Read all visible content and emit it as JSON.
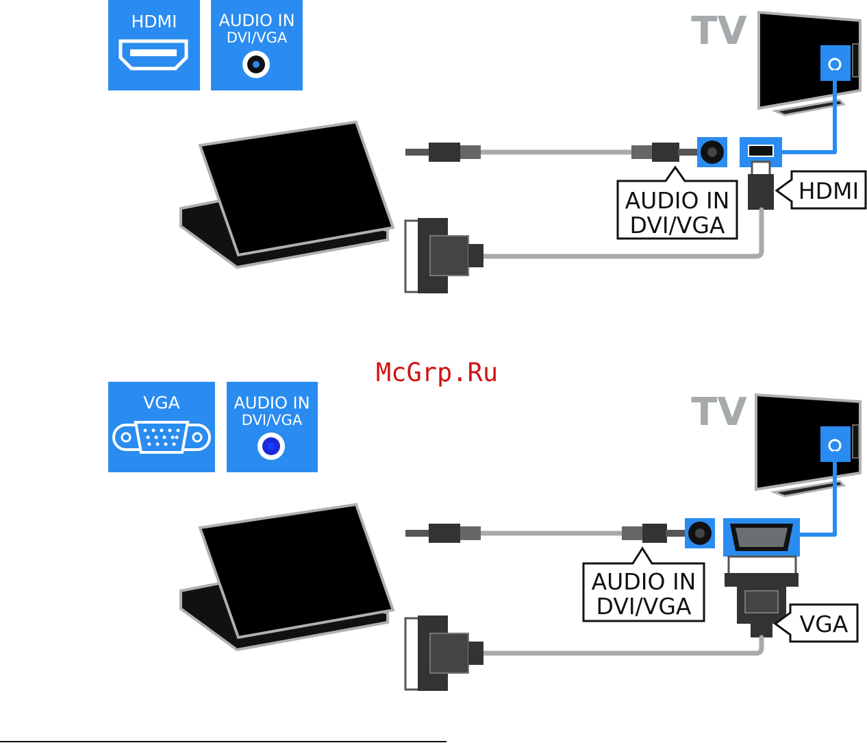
{
  "colors": {
    "accent_blue": "#2a8cf0",
    "watermark_red": "#d01414",
    "tv_gray": "#a5aaad",
    "cable_gray": "#a9a9a9"
  },
  "watermark": "McGrp.Ru",
  "diagrams": [
    {
      "tv_label": "TV",
      "port_badges": [
        {
          "lines": [
            "HDMI"
          ],
          "icon": "hdmi-port-icon"
        },
        {
          "lines": [
            "AUDIO IN",
            "DVI/VGA"
          ],
          "icon": "audio-jack-icon"
        }
      ],
      "callouts": {
        "audio": [
          "AUDIO IN",
          "DVI/VGA"
        ],
        "video": "HDMI"
      }
    },
    {
      "tv_label": "TV",
      "port_badges": [
        {
          "lines": [
            "VGA"
          ],
          "icon": "vga-port-icon"
        },
        {
          "lines": [
            "AUDIO IN",
            "DVI/VGA"
          ],
          "icon": "audio-jack-icon"
        }
      ],
      "callouts": {
        "audio": [
          "AUDIO IN",
          "DVI/VGA"
        ],
        "video": "VGA"
      }
    }
  ]
}
